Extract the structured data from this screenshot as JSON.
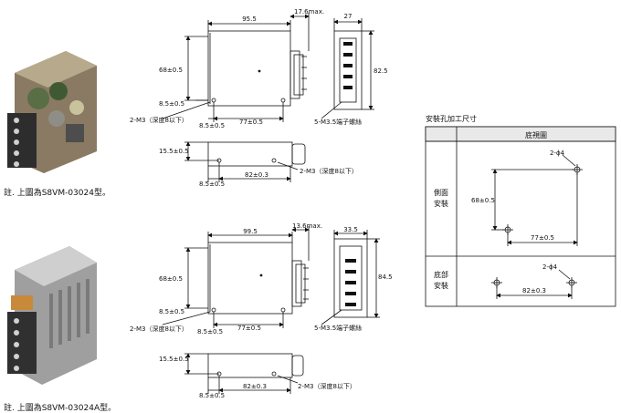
{
  "top": {
    "note": "註. 上圖為S8VM-03024型。",
    "front_width": "95.5",
    "side_overhang": "17.6max.",
    "depth_right": "27",
    "height_right": "82.5",
    "hole_vertical": "68±0.5",
    "offset_small": "8.5±0.5",
    "offset_bottom": "8.5±0.5",
    "hole_horizontal": "77±0.5",
    "screw_label": "2-M3（深度8以下）",
    "terminal_label": "5-M3.5端子螺絲",
    "bottom_vertical": "15.5±0.5",
    "bottom_offset": "8.5±0.5",
    "bottom_span": "82±0.3",
    "bottom_screw": "2-M3（深度8以下）"
  },
  "bottom": {
    "note": "註. 上圖為S8VM-03024A型。",
    "front_width": "99.5",
    "side_overhang": "13.6max.",
    "depth_right": "33.5",
    "height_right": "84.5",
    "hole_vertical": "68±0.5",
    "offset_small": "8.5±0.5",
    "offset_bottom": "8.5±0.5",
    "hole_horizontal": "77±0.5",
    "screw_label": "2-M3（深度8以下）",
    "terminal_label": "5-M3.5端子螺絲",
    "bottom_vertical": "15.5±0.5",
    "bottom_offset": "8.5±0.5",
    "bottom_span": "82±0.3",
    "bottom_screw": "2-M3（深度8以下）"
  },
  "table": {
    "title": "安裝孔加工尺寸",
    "header": "底視圖",
    "row1_label_a": "側面",
    "row1_label_b": "安裝",
    "row1_hole": "2-ϕ4",
    "row1_vertical": "68±0.5",
    "row1_horizontal": "77±0.5",
    "row2_label_a": "底部",
    "row2_label_b": "安裝",
    "row2_hole": "2-ϕ4",
    "row2_horizontal": "82±0.3"
  }
}
